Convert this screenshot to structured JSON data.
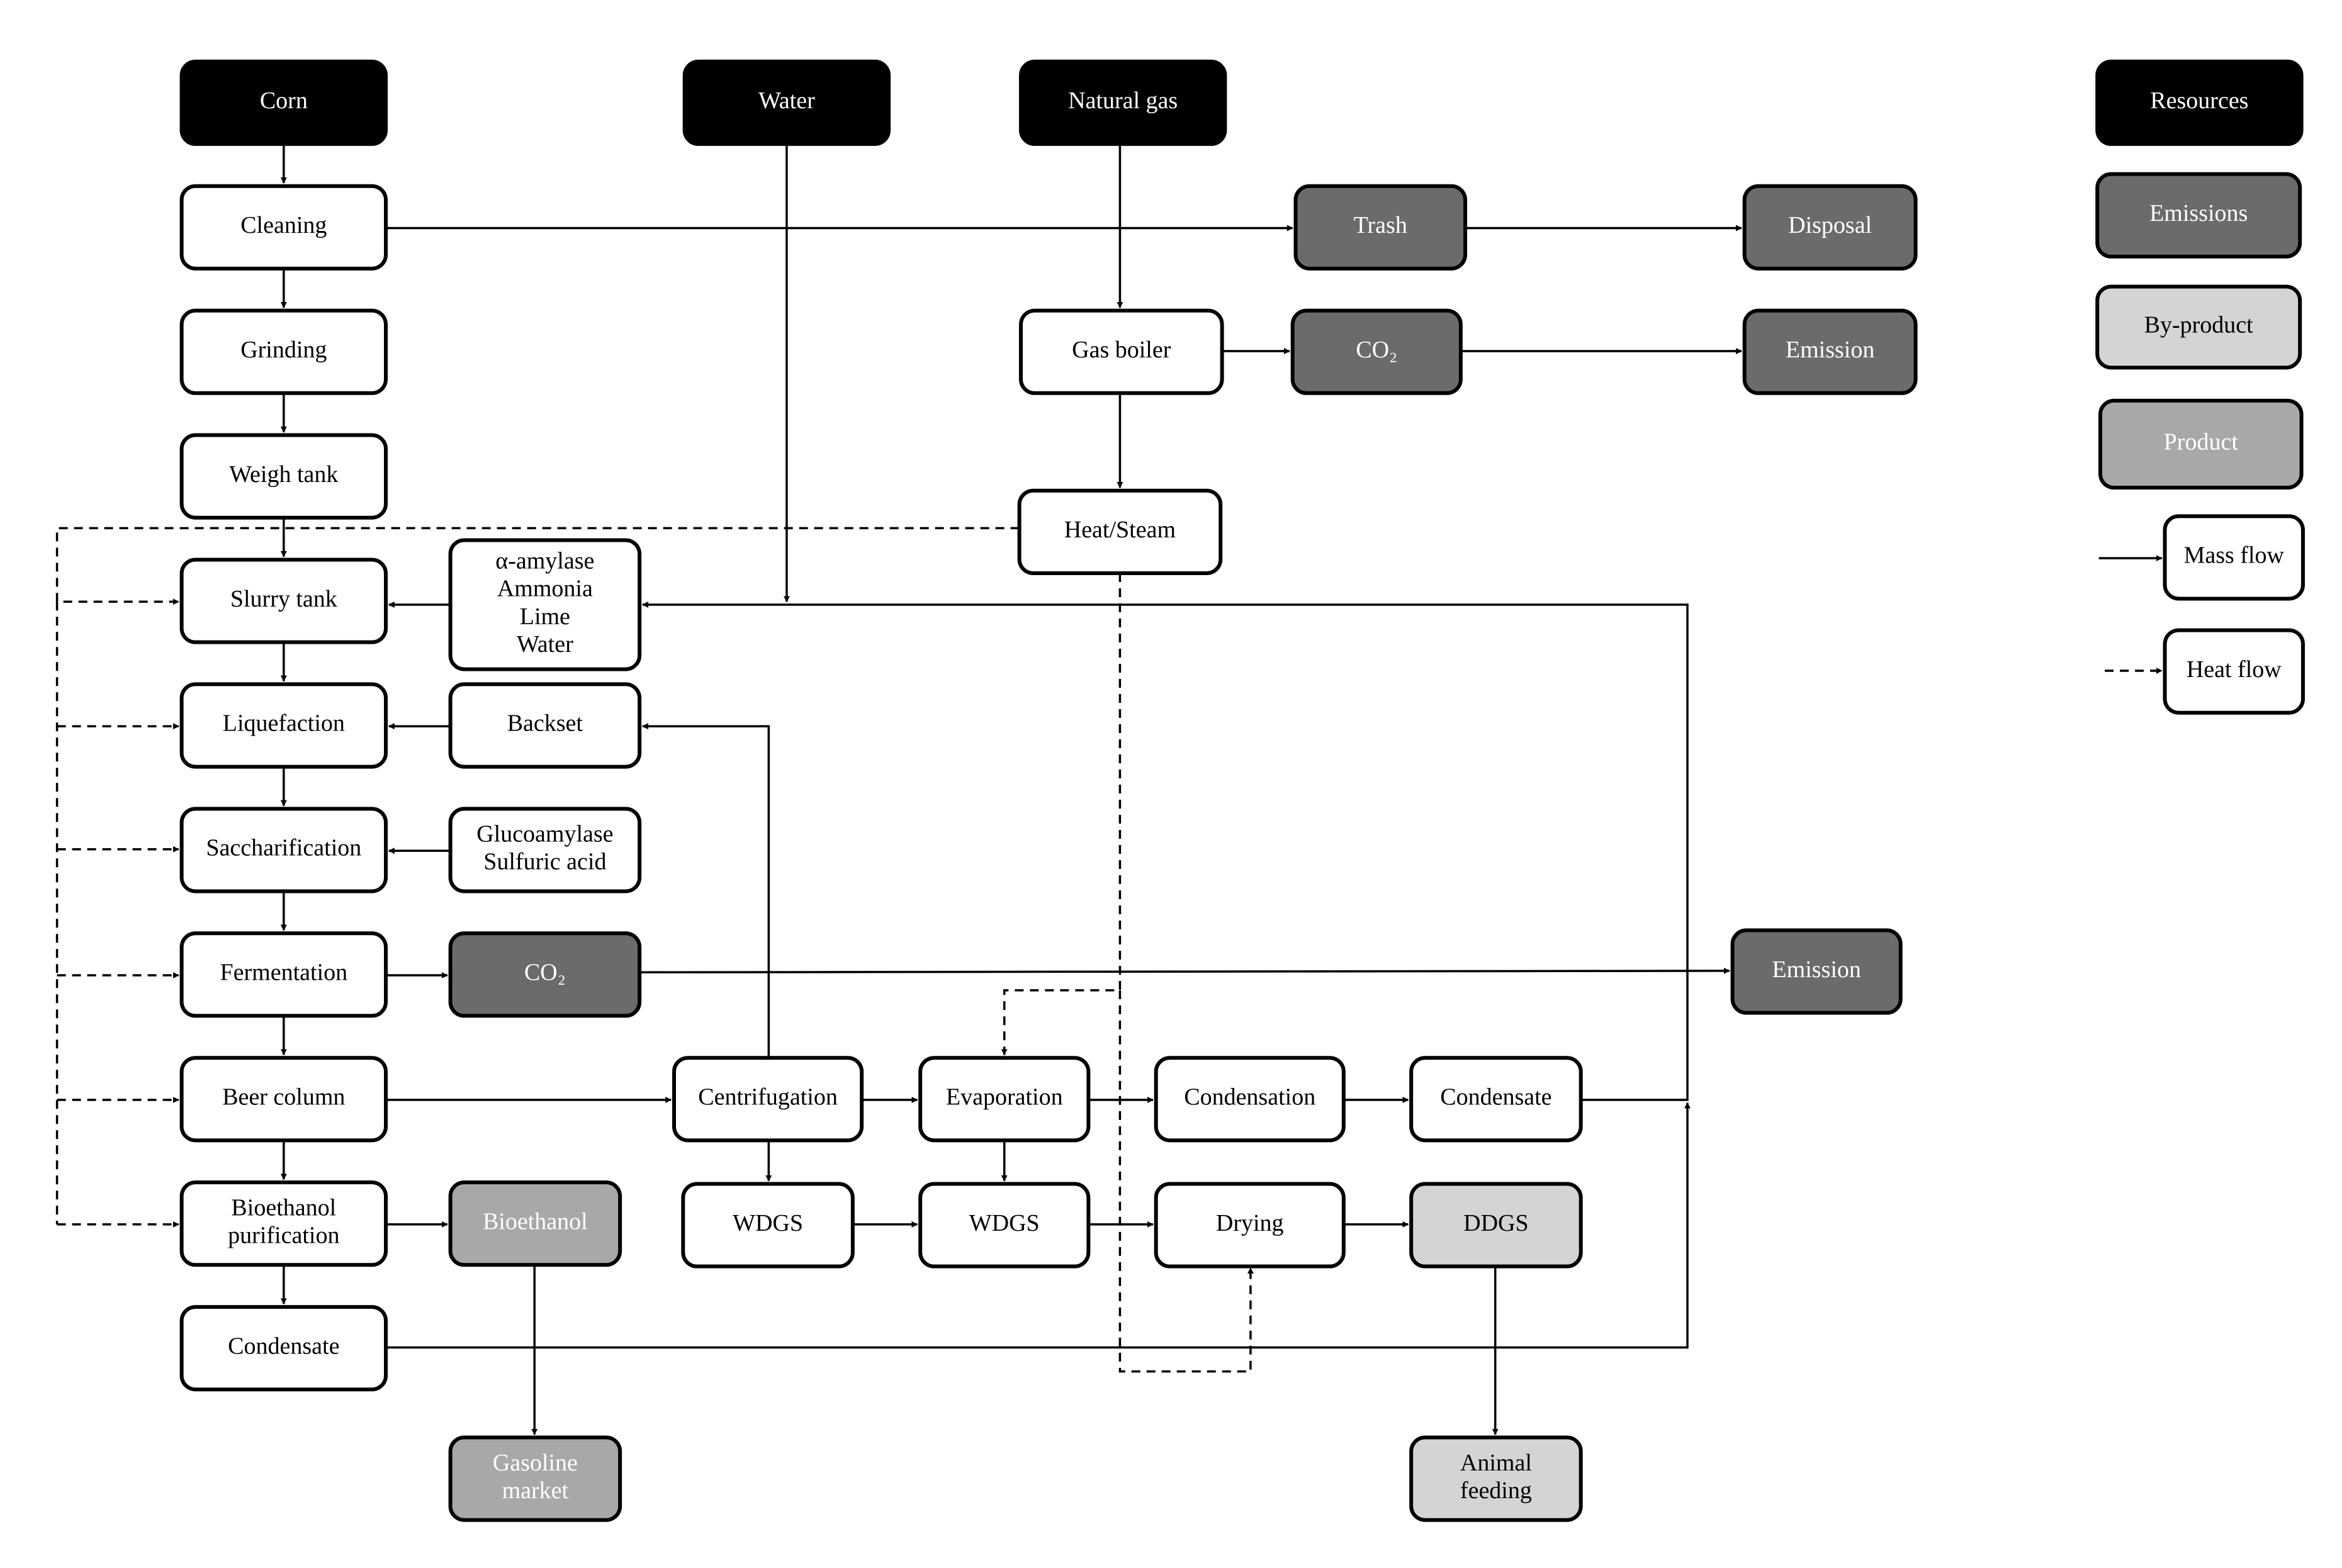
{
  "colors": {
    "resource": "#000000",
    "emission": "#6b6b6b",
    "byproduct": "#d4d4d4",
    "product": "#a8a8a8",
    "process": "#ffffff"
  },
  "nodes": {
    "corn": {
      "lines": [
        "Corn"
      ],
      "category": "resource"
    },
    "water": {
      "lines": [
        "Water"
      ],
      "category": "resource"
    },
    "natural_gas": {
      "lines": [
        "Natural gas"
      ],
      "category": "resource"
    },
    "cleaning": {
      "lines": [
        "Cleaning"
      ],
      "category": "process"
    },
    "grinding": {
      "lines": [
        "Grinding"
      ],
      "category": "process"
    },
    "weigh_tank": {
      "lines": [
        "Weigh tank"
      ],
      "category": "process"
    },
    "slurry_tank": {
      "lines": [
        "Slurry tank"
      ],
      "category": "process"
    },
    "liquefaction": {
      "lines": [
        "Liquefaction"
      ],
      "category": "process"
    },
    "saccharification": {
      "lines": [
        "Saccharification"
      ],
      "category": "process"
    },
    "fermentation": {
      "lines": [
        "Fermentation"
      ],
      "category": "process"
    },
    "beer_column": {
      "lines": [
        "Beer column"
      ],
      "category": "process"
    },
    "bioethanol_purification": {
      "lines": [
        "Bioethanol",
        "purification"
      ],
      "category": "process"
    },
    "condensate_left": {
      "lines": [
        "Condensate"
      ],
      "category": "process"
    },
    "additives_1": {
      "lines": [
        "α-amylase",
        "Ammonia",
        "Lime",
        "Water"
      ],
      "category": "process"
    },
    "backset": {
      "lines": [
        "Backset"
      ],
      "category": "process"
    },
    "additives_2": {
      "lines": [
        "Glucoamylase",
        "Sulfuric acid"
      ],
      "category": "process"
    },
    "co2_fermentation": {
      "lines": [
        "CO₂"
      ],
      "category": "emission"
    },
    "bioethanol": {
      "lines": [
        "Bioethanol"
      ],
      "category": "product"
    },
    "gasoline_market": {
      "lines": [
        "Gasoline",
        "market"
      ],
      "category": "product"
    },
    "trash": {
      "lines": [
        "Trash"
      ],
      "category": "emission"
    },
    "disposal": {
      "lines": [
        "Disposal"
      ],
      "category": "emission"
    },
    "gas_boiler": {
      "lines": [
        "Gas boiler"
      ],
      "category": "process"
    },
    "co2_boiler": {
      "lines": [
        "CO₂"
      ],
      "category": "emission"
    },
    "emission_boiler": {
      "lines": [
        "Emission"
      ],
      "category": "emission"
    },
    "heat_steam": {
      "lines": [
        "Heat/Steam"
      ],
      "category": "process"
    },
    "emission_fermentation": {
      "lines": [
        "Emission"
      ],
      "category": "emission"
    },
    "centrifugation": {
      "lines": [
        "Centrifugation"
      ],
      "category": "process"
    },
    "evaporation": {
      "lines": [
        "Evaporation"
      ],
      "category": "process"
    },
    "condensation": {
      "lines": [
        "Condensation"
      ],
      "category": "process"
    },
    "condensate_right": {
      "lines": [
        "Condensate"
      ],
      "category": "process"
    },
    "wdgs_1": {
      "lines": [
        "WDGS"
      ],
      "category": "process"
    },
    "wdgs_2": {
      "lines": [
        "WDGS"
      ],
      "category": "process"
    },
    "drying": {
      "lines": [
        "Drying"
      ],
      "category": "process"
    },
    "ddgs": {
      "lines": [
        "DDGS"
      ],
      "category": "byproduct"
    },
    "animal_feeding": {
      "lines": [
        "Animal",
        "feeding"
      ],
      "category": "byproduct"
    }
  },
  "legend": {
    "resources": {
      "lines": [
        "Resources"
      ],
      "category": "resource"
    },
    "emissions": {
      "lines": [
        "Emissions"
      ],
      "category": "emission"
    },
    "byproduct": {
      "lines": [
        "By-product"
      ],
      "category": "byproduct"
    },
    "product": {
      "lines": [
        "Product"
      ],
      "category": "product"
    },
    "mass_flow": {
      "lines": [
        "Mass flow"
      ],
      "category": "process"
    },
    "heat_flow": {
      "lines": [
        "Heat flow"
      ],
      "category": "process"
    }
  },
  "edges": [
    {
      "from": "corn",
      "to": "cleaning",
      "type": "mass"
    },
    {
      "from": "cleaning",
      "to": "grinding",
      "type": "mass"
    },
    {
      "from": "grinding",
      "to": "weigh_tank",
      "type": "mass"
    },
    {
      "from": "weigh_tank",
      "to": "slurry_tank",
      "type": "mass"
    },
    {
      "from": "slurry_tank",
      "to": "liquefaction",
      "type": "mass"
    },
    {
      "from": "liquefaction",
      "to": "saccharification",
      "type": "mass"
    },
    {
      "from": "saccharification",
      "to": "fermentation",
      "type": "mass"
    },
    {
      "from": "fermentation",
      "to": "beer_column",
      "type": "mass"
    },
    {
      "from": "beer_column",
      "to": "bioethanol_purification",
      "type": "mass"
    },
    {
      "from": "bioethanol_purification",
      "to": "condensate_left",
      "type": "mass"
    },
    {
      "from": "cleaning",
      "to": "trash",
      "type": "mass"
    },
    {
      "from": "trash",
      "to": "disposal",
      "type": "mass"
    },
    {
      "from": "natural_gas",
      "to": "gas_boiler",
      "type": "mass"
    },
    {
      "from": "gas_boiler",
      "to": "co2_boiler",
      "type": "mass"
    },
    {
      "from": "co2_boiler",
      "to": "emission_boiler",
      "type": "mass"
    },
    {
      "from": "gas_boiler",
      "to": "heat_steam",
      "type": "mass"
    },
    {
      "from": "water",
      "to": "additives_1",
      "type": "mass"
    },
    {
      "from": "additives_1",
      "to": "slurry_tank",
      "type": "mass"
    },
    {
      "from": "backset",
      "to": "liquefaction",
      "type": "mass"
    },
    {
      "from": "additives_2",
      "to": "saccharification",
      "type": "mass"
    },
    {
      "from": "fermentation",
      "to": "co2_fermentation",
      "type": "mass"
    },
    {
      "from": "co2_fermentation",
      "to": "emission_fermentation",
      "type": "mass"
    },
    {
      "from": "beer_column",
      "to": "centrifugation",
      "type": "mass"
    },
    {
      "from": "centrifugation",
      "to": "backset",
      "type": "mass"
    },
    {
      "from": "centrifugation",
      "to": "evaporation",
      "type": "mass"
    },
    {
      "from": "evaporation",
      "to": "condensation",
      "type": "mass"
    },
    {
      "from": "condensation",
      "to": "condensate_right",
      "type": "mass"
    },
    {
      "from": "condensate_right",
      "to": "additives_1",
      "type": "mass"
    },
    {
      "from": "centrifugation",
      "to": "wdgs_1",
      "type": "mass"
    },
    {
      "from": "evaporation",
      "to": "wdgs_2",
      "type": "mass"
    },
    {
      "from": "wdgs_1",
      "to": "wdgs_2",
      "type": "mass"
    },
    {
      "from": "wdgs_2",
      "to": "drying",
      "type": "mass"
    },
    {
      "from": "drying",
      "to": "ddgs",
      "type": "mass"
    },
    {
      "from": "ddgs",
      "to": "animal_feeding",
      "type": "mass"
    },
    {
      "from": "bioethanol_purification",
      "to": "bioethanol",
      "type": "mass"
    },
    {
      "from": "bioethanol",
      "to": "gasoline_market",
      "type": "mass"
    },
    {
      "from": "condensate_left",
      "to": "additives_1",
      "type": "mass"
    },
    {
      "from": "heat_steam",
      "to": "slurry_tank",
      "type": "heat"
    },
    {
      "from": "heat_steam",
      "to": "liquefaction",
      "type": "heat"
    },
    {
      "from": "heat_steam",
      "to": "saccharification",
      "type": "heat"
    },
    {
      "from": "heat_steam",
      "to": "fermentation",
      "type": "heat"
    },
    {
      "from": "heat_steam",
      "to": "beer_column",
      "type": "heat"
    },
    {
      "from": "heat_steam",
      "to": "bioethanol_purification",
      "type": "heat"
    },
    {
      "from": "heat_steam",
      "to": "evaporation",
      "type": "heat"
    },
    {
      "from": "heat_steam",
      "to": "drying",
      "type": "heat"
    }
  ]
}
